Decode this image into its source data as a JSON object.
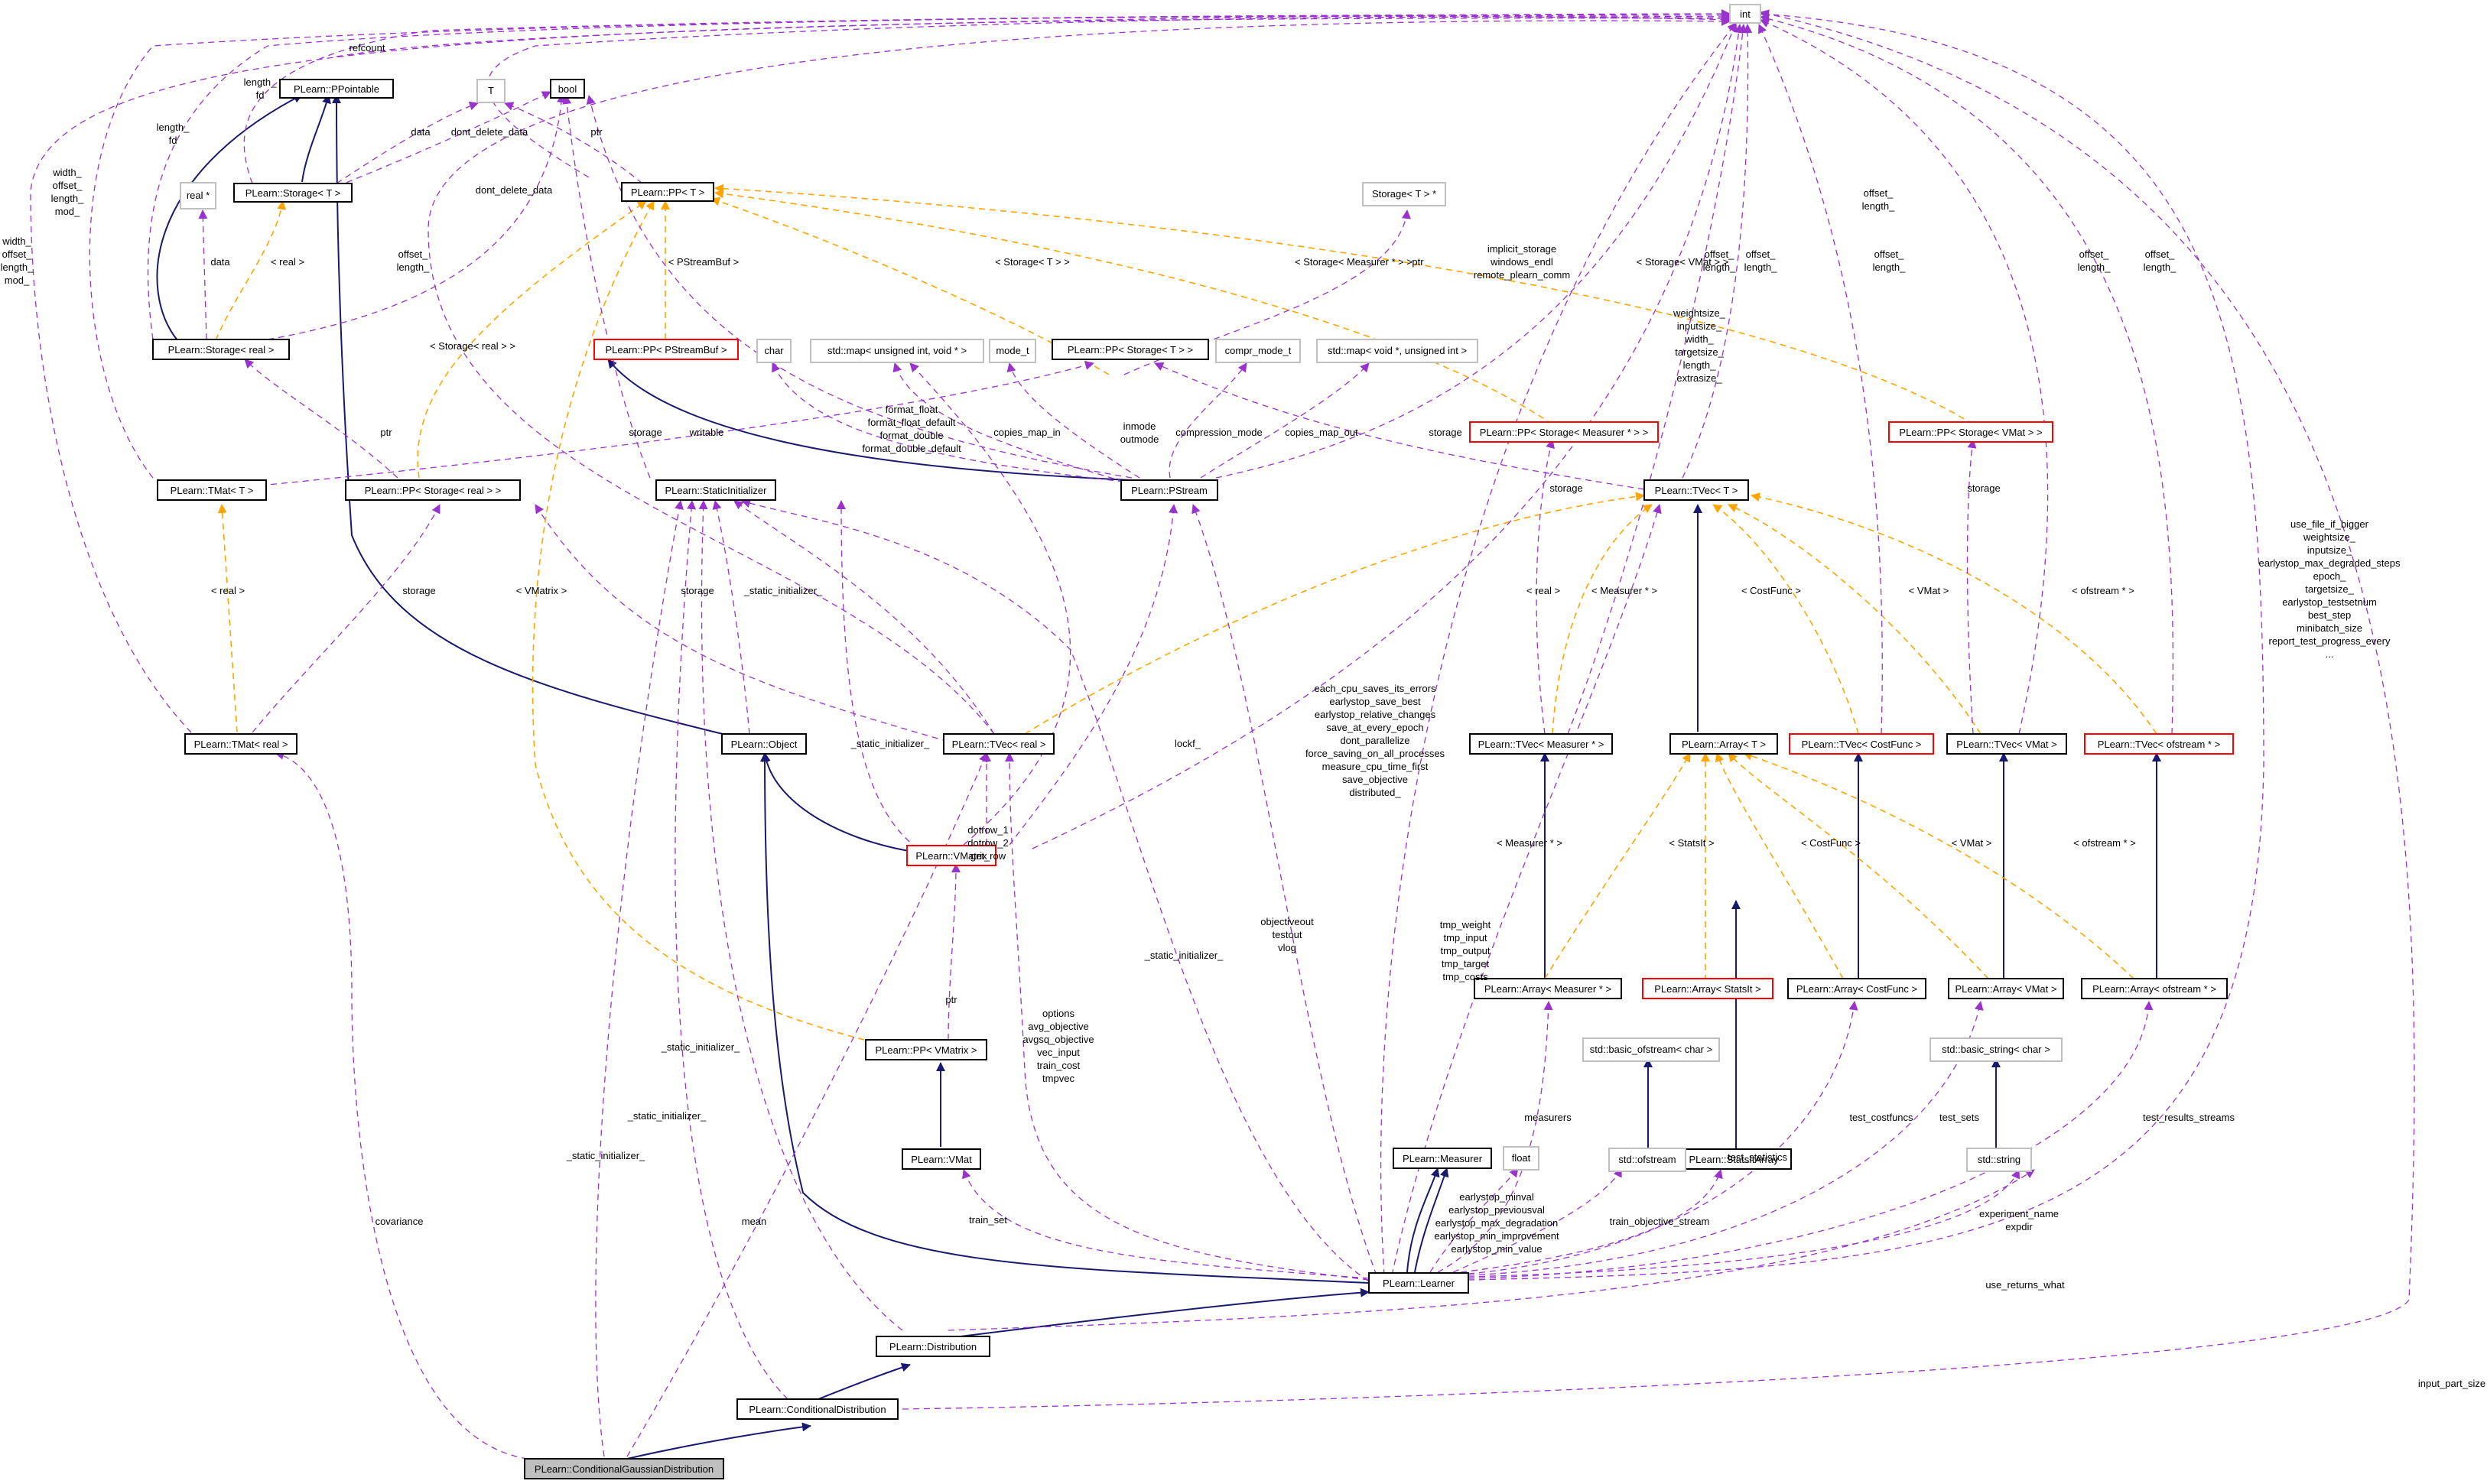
{
  "diagram": {
    "colors": {
      "inheritance": "#191970",
      "usage": "#9a32cd",
      "template": "#ffa500",
      "class_border": "#000000",
      "external_border": "#bfbfbf",
      "truncated_border": "#ff0000",
      "focus_fill": "#bfbfbf"
    },
    "nodes": [
      {
        "id": "int",
        "label": "int",
        "style": "grey"
      },
      {
        "id": "ppointable",
        "label": "PLearn::PPointable",
        "style": "black"
      },
      {
        "id": "T",
        "label": "T",
        "style": "grey"
      },
      {
        "id": "bool",
        "label": "bool",
        "style": "black"
      },
      {
        "id": "storageT",
        "label": "PLearn::Storage< T >",
        "style": "black"
      },
      {
        "id": "ppT",
        "label": "PLearn::PP< T >",
        "style": "black"
      },
      {
        "id": "realptr",
        "label": "real *",
        "style": "grey"
      },
      {
        "id": "storageTptr",
        "label": "Storage< T > *",
        "style": "grey"
      },
      {
        "id": "storageReal",
        "label": "PLearn::Storage< real >",
        "style": "black"
      },
      {
        "id": "ppPStreamBuf",
        "label": "PLearn::PP< PStreamBuf >",
        "style": "red"
      },
      {
        "id": "char",
        "label": "char",
        "style": "grey"
      },
      {
        "id": "mapUV",
        "label": "std::map< unsigned int, void * >",
        "style": "grey"
      },
      {
        "id": "modet",
        "label": "mode_t",
        "style": "grey"
      },
      {
        "id": "ppStorageT",
        "label": "PLearn::PP< Storage< T > >",
        "style": "black"
      },
      {
        "id": "comprmode",
        "label": "compr_mode_t",
        "style": "grey"
      },
      {
        "id": "mapVU",
        "label": "std::map< void *, unsigned int >",
        "style": "grey"
      },
      {
        "id": "tmatT",
        "label": "PLearn::TMat< T >",
        "style": "black"
      },
      {
        "id": "ppStorageReal",
        "label": "PLearn::PP< Storage< real > >",
        "style": "black"
      },
      {
        "id": "staticInit",
        "label": "PLearn::StaticInitializer",
        "style": "black"
      },
      {
        "id": "pstream",
        "label": "PLearn::PStream",
        "style": "black"
      },
      {
        "id": "ppStorageMeasurer",
        "label": "PLearn::PP< Storage< Measurer * > >",
        "style": "red"
      },
      {
        "id": "tvecT",
        "label": "PLearn::TVec< T >",
        "style": "black"
      },
      {
        "id": "ppStorageVMat",
        "label": "PLearn::PP< Storage< VMat > >",
        "style": "red"
      },
      {
        "id": "tmatReal",
        "label": "PLearn::TMat< real >",
        "style": "black"
      },
      {
        "id": "object",
        "label": "PLearn::Object",
        "style": "black"
      },
      {
        "id": "tvecReal",
        "label": "PLearn::TVec< real >",
        "style": "black"
      },
      {
        "id": "tvecMeasurer",
        "label": "PLearn::TVec< Measurer * >",
        "style": "black"
      },
      {
        "id": "arrayT",
        "label": "PLearn::Array< T >",
        "style": "black"
      },
      {
        "id": "tvecCostFunc",
        "label": "PLearn::TVec< CostFunc >",
        "style": "red"
      },
      {
        "id": "tvecVMat",
        "label": "PLearn::TVec< VMat >",
        "style": "black"
      },
      {
        "id": "tvecOfstream",
        "label": "PLearn::TVec< ofstream * >",
        "style": "red"
      },
      {
        "id": "vmatrix",
        "label": "PLearn::VMatrix",
        "style": "red"
      },
      {
        "id": "arrayMeasurer",
        "label": "PLearn::Array< Measurer * >",
        "style": "black"
      },
      {
        "id": "arrayStatsIt",
        "label": "PLearn::Array< StatsIt >",
        "style": "red"
      },
      {
        "id": "arrayCostFunc",
        "label": "PLearn::Array< CostFunc >",
        "style": "black"
      },
      {
        "id": "arrayVMat",
        "label": "PLearn::Array< VMat >",
        "style": "black"
      },
      {
        "id": "arrayOfstream",
        "label": "PLearn::Array< ofstream * >",
        "style": "black"
      },
      {
        "id": "ppVMatrix",
        "label": "PLearn::PP< VMatrix >",
        "style": "black"
      },
      {
        "id": "basicOfstream",
        "label": "std::basic_ofstream< char >",
        "style": "grey"
      },
      {
        "id": "basicString",
        "label": "std::basic_string< char >",
        "style": "grey"
      },
      {
        "id": "vmat",
        "label": "PLearn::VMat",
        "style": "black"
      },
      {
        "id": "measurer",
        "label": "PLearn::Measurer",
        "style": "black"
      },
      {
        "id": "float",
        "label": "float",
        "style": "grey"
      },
      {
        "id": "statsItArray",
        "label": "PLearn::StatsItArray",
        "style": "black"
      },
      {
        "id": "ofstream",
        "label": "std::ofstream",
        "style": "grey"
      },
      {
        "id": "string",
        "label": "std::string",
        "style": "grey"
      },
      {
        "id": "learner",
        "label": "PLearn::Learner",
        "style": "black"
      },
      {
        "id": "distribution",
        "label": "PLearn::Distribution",
        "style": "black"
      },
      {
        "id": "condDist",
        "label": "PLearn::ConditionalDistribution",
        "style": "black"
      },
      {
        "id": "condGauss",
        "label": "PLearn::ConditionalGaussianDistribution",
        "style": "focus"
      }
    ],
    "labels": [
      {
        "id": "lbl-refcount",
        "lines": [
          "refcount"
        ]
      },
      {
        "id": "lbl-length-fd",
        "lines": [
          "length_",
          "fd"
        ]
      },
      {
        "id": "lbl-length-fd-2",
        "lines": [
          "length_",
          "fd"
        ]
      },
      {
        "id": "lbl-data-1",
        "lines": [
          "data"
        ]
      },
      {
        "id": "lbl-dont-delete-1",
        "lines": [
          "dont_delete_data"
        ]
      },
      {
        "id": "lbl-ptr-1",
        "lines": [
          "ptr"
        ]
      },
      {
        "id": "lbl-width-offset-1",
        "lines": [
          "width_",
          "offset_",
          "length_",
          "mod_"
        ]
      },
      {
        "id": "lbl-width-offset-2",
        "lines": [
          "width_",
          "offset_",
          "length_",
          "mod_"
        ]
      },
      {
        "id": "lbl-dont-delete-2",
        "lines": [
          "dont_delete_data"
        ]
      },
      {
        "id": "lbl-data-2",
        "lines": [
          "data"
        ]
      },
      {
        "id": "lbl-real-tpl",
        "lines": [
          "< real >"
        ]
      },
      {
        "id": "lbl-offset-length-1",
        "lines": [
          "offset_",
          "length_"
        ]
      },
      {
        "id": "lbl-pstreambuf",
        "lines": [
          "< PStreamBuf >"
        ]
      },
      {
        "id": "lbl-storageT",
        "lines": [
          "< Storage< T > >"
        ]
      },
      {
        "id": "lbl-ptr-2",
        "lines": [
          "ptr"
        ]
      },
      {
        "id": "lbl-storage-measurer",
        "lines": [
          "< Storage< Measurer * > >"
        ]
      },
      {
        "id": "lbl-implicit",
        "lines": [
          "implicit_storage",
          "windows_endl",
          "remote_plearn_comm"
        ]
      },
      {
        "id": "lbl-offset-length-2",
        "lines": [
          "offset_",
          "length_"
        ]
      },
      {
        "id": "lbl-storage-vmat",
        "lines": [
          "< Storage< VMat > >"
        ]
      },
      {
        "id": "lbl-offset-length-3",
        "lines": [
          "offset_",
          "length_"
        ]
      },
      {
        "id": "lbl-offset-length-4",
        "lines": [
          "offset_",
          "length_"
        ]
      },
      {
        "id": "lbl-offset-length-5",
        "lines": [
          "offset_",
          "length_"
        ]
      },
      {
        "id": "lbl-offset-length-6",
        "lines": [
          "offset_",
          "length_"
        ]
      },
      {
        "id": "lbl-offset-length-7",
        "lines": [
          "offset_",
          "length_"
        ]
      },
      {
        "id": "lbl-weightsize",
        "lines": [
          "weightsize_",
          "inputsize_",
          "width_",
          "targetsize_",
          "length_",
          "extrasize_"
        ]
      },
      {
        "id": "lbl-storage-real",
        "lines": [
          "< Storage< real > >"
        ]
      },
      {
        "id": "lbl-format",
        "lines": [
          "format_float",
          "format_float_default",
          "format_double",
          "format_double_default"
        ]
      },
      {
        "id": "lbl-storage-1",
        "lines": [
          "storage"
        ]
      },
      {
        "id": "lbl-writable",
        "lines": [
          "writable"
        ]
      },
      {
        "id": "lbl-copies-in",
        "lines": [
          "copies_map_in"
        ]
      },
      {
        "id": "lbl-inmode",
        "lines": [
          "inmode",
          "outmode"
        ]
      },
      {
        "id": "lbl-compression",
        "lines": [
          "compression_mode"
        ]
      },
      {
        "id": "lbl-copies-out",
        "lines": [
          "copies_map_out"
        ]
      },
      {
        "id": "lbl-storage-2",
        "lines": [
          "storage"
        ]
      },
      {
        "id": "lbl-storage-3",
        "lines": [
          "storage"
        ]
      },
      {
        "id": "lbl-storage-4",
        "lines": [
          "storage"
        ]
      },
      {
        "id": "lbl-ptr-3",
        "lines": [
          "ptr"
        ]
      },
      {
        "id": "lbl-real-tpl-2",
        "lines": [
          "< real >"
        ]
      },
      {
        "id": "lbl-storage-5",
        "lines": [
          "storage"
        ]
      },
      {
        "id": "lbl-vmatrix-tpl",
        "lines": [
          "< VMatrix >"
        ]
      },
      {
        "id": "lbl-storage-6",
        "lines": [
          "storage"
        ]
      },
      {
        "id": "lbl-static-init-1",
        "lines": [
          "_static_initializer_"
        ]
      },
      {
        "id": "lbl-real-tpl-3",
        "lines": [
          "< real >"
        ]
      },
      {
        "id": "lbl-measurer-tpl",
        "lines": [
          "< Measurer * >"
        ]
      },
      {
        "id": "lbl-costfunc-tpl",
        "lines": [
          "< CostFunc >"
        ]
      },
      {
        "id": "lbl-vmat-tpl",
        "lines": [
          "< VMat >"
        ]
      },
      {
        "id": "lbl-ofstream-tpl",
        "lines": [
          "< ofstream * >"
        ]
      },
      {
        "id": "lbl-use-file",
        "lines": [
          "use_file_if_bigger",
          "weightsize_",
          "inputsize_",
          "earlystop_max_degraded_steps",
          "epoch_",
          "targetsize_",
          "earlystop_testsetnum",
          "best_step",
          "minibatch_size",
          "report_test_progress_every",
          "..."
        ]
      },
      {
        "id": "lbl-each-cpu",
        "lines": [
          "each_cpu_saves_its_errors",
          "earlystop_save_best",
          "earlystop_relative_changes",
          "save_at_every_epoch",
          "dont_parallelize",
          "force_saving_on_all_processes",
          "measure_cpu_time_first",
          "save_objective",
          "distributed_"
        ]
      },
      {
        "id": "lbl-static-init-2",
        "lines": [
          "_static_initializer_"
        ]
      },
      {
        "id": "lbl-lockf",
        "lines": [
          "lockf_"
        ]
      },
      {
        "id": "lbl-dotrow",
        "lines": [
          "dotrow_1",
          "dotrow_2",
          "get_row"
        ]
      },
      {
        "id": "lbl-measurer-tpl-2",
        "lines": [
          "< Measurer * >"
        ]
      },
      {
        "id": "lbl-statsit-tpl",
        "lines": [
          "< StatsIt >"
        ]
      },
      {
        "id": "lbl-costfunc-tpl-2",
        "lines": [
          "< CostFunc >"
        ]
      },
      {
        "id": "lbl-vmat-tpl-2",
        "lines": [
          "< VMat >"
        ]
      },
      {
        "id": "lbl-ofstream-tpl-2",
        "lines": [
          "< ofstream * >"
        ]
      },
      {
        "id": "lbl-static-init-3",
        "lines": [
          "_static_initializer_"
        ]
      },
      {
        "id": "lbl-tmp-weight",
        "lines": [
          "tmp_weight",
          "tmp_input",
          "tmp_output",
          "tmp_target",
          "tmp_costs"
        ]
      },
      {
        "id": "lbl-objectiveout",
        "lines": [
          "objectiveout",
          "testout",
          "vlog"
        ]
      },
      {
        "id": "lbl-ptr-4",
        "lines": [
          "ptr"
        ]
      },
      {
        "id": "lbl-options",
        "lines": [
          "options",
          "avg_objective",
          "avgsq_objective",
          "vec_input",
          "train_cost",
          "tmpvec"
        ]
      },
      {
        "id": "lbl-static-init-4",
        "lines": [
          "_static_initializer_"
        ]
      },
      {
        "id": "lbl-static-init-5",
        "lines": [
          "_static_initializer_"
        ]
      },
      {
        "id": "lbl-measurers",
        "lines": [
          "measurers"
        ]
      },
      {
        "id": "lbl-test-costfuncs",
        "lines": [
          "test_costfuncs"
        ]
      },
      {
        "id": "lbl-test-sets",
        "lines": [
          "test_sets"
        ]
      },
      {
        "id": "lbl-test-results",
        "lines": [
          "test_results_streams"
        ]
      },
      {
        "id": "lbl-static-init-6",
        "lines": [
          "_static_initializer_"
        ]
      },
      {
        "id": "lbl-test-statistics",
        "lines": [
          "test_statistics"
        ]
      },
      {
        "id": "lbl-earlystop",
        "lines": [
          "earlystop_minval",
          "earlystop_previousval",
          "earlystop_max_degradation",
          "earlystop_min_improvement",
          "earlystop_min_value"
        ]
      },
      {
        "id": "lbl-train-set",
        "lines": [
          "train_set"
        ]
      },
      {
        "id": "lbl-train-objective",
        "lines": [
          "train_objective_stream"
        ]
      },
      {
        "id": "lbl-experiment",
        "lines": [
          "experiment_name",
          "expdir"
        ]
      },
      {
        "id": "lbl-covariance",
        "lines": [
          "covariance"
        ]
      },
      {
        "id": "lbl-mean",
        "lines": [
          "mean"
        ]
      },
      {
        "id": "lbl-use-returns",
        "lines": [
          "use_returns_what"
        ]
      },
      {
        "id": "lbl-input-part",
        "lines": [
          "input_part_size"
        ]
      }
    ]
  }
}
